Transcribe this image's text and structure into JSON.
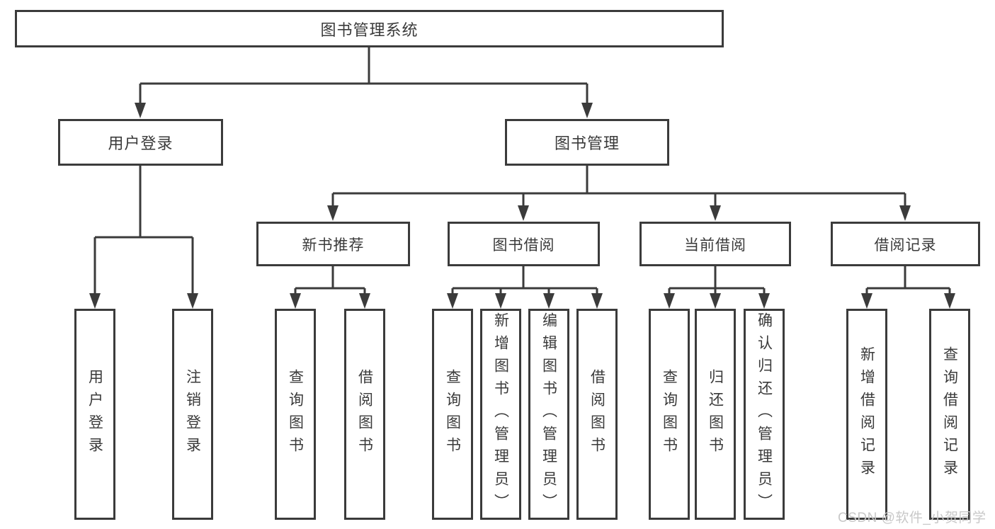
{
  "diagram": {
    "root": "图书管理系统",
    "level2": [
      "用户登录",
      "图书管理"
    ],
    "level3": [
      "新书推荐",
      "图书借阅",
      "当前借阅",
      "借阅记录"
    ],
    "leaves": [
      "用户登录",
      "注销登录",
      "查询图书",
      "借阅图书",
      "查询图书",
      "新增图书（管理员）",
      "编辑图书（管理员）",
      "借阅图书",
      "查询图书",
      "归还图书",
      "确认归还（管理员）",
      "新增借阅记录",
      "查询借阅记录"
    ],
    "watermark": "CSDN @软件_小贺同学",
    "colors": {
      "line": "#3b3b3b",
      "text": "#3a3a3a",
      "watermark": "#c8c8c8",
      "background": "#ffffff"
    }
  }
}
